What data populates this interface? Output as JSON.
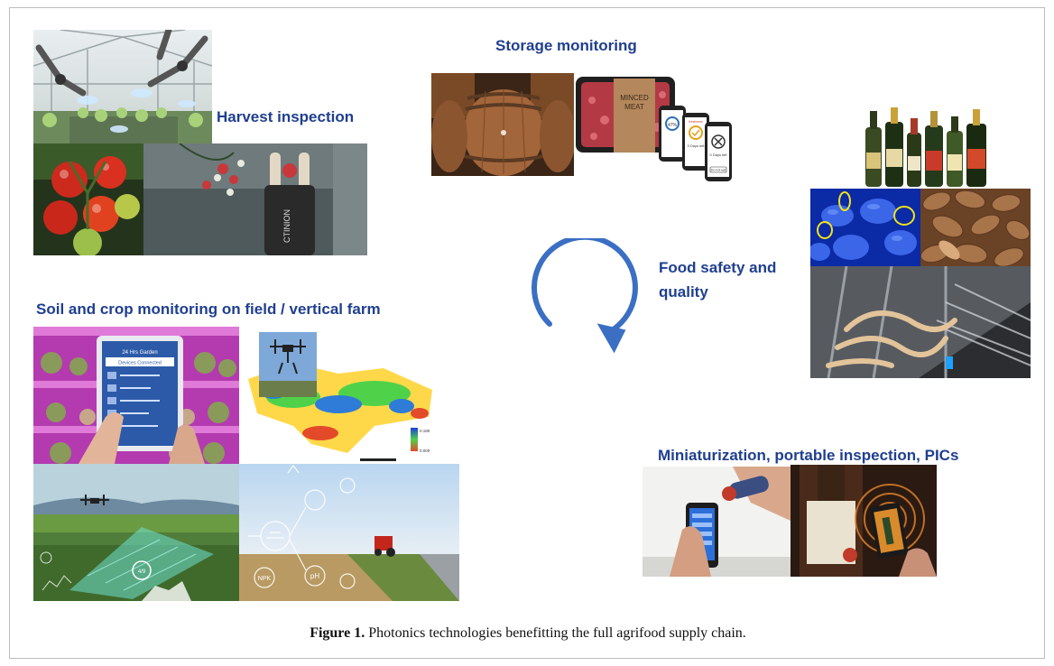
{
  "labels": {
    "harvest": "Harvest inspection",
    "storage": "Storage monitoring",
    "food_safety_line1": "Food safety and",
    "food_safety_line2": "quality",
    "soil": "Soil and crop monitoring on field / vertical farm",
    "mini": "Miniaturization, portable inspection, PICs"
  },
  "caption": {
    "label": "Figure 1.",
    "text": " Photonics technologies benefitting the full agrifood supply chain."
  },
  "embedded_text": {
    "meat_package": [
      "MINCED",
      "MEAT"
    ],
    "phone_app_brand": "freshness",
    "phone_days_1": "3 Days left",
    "phone_days_2": "0 Days left",
    "phone_percent": "47%",
    "phone_button": "Do not eat",
    "gripper_brand": "CTINION",
    "tablet_title": "24 Hrs Garden",
    "tablet_subtitle": "Devices Connected",
    "drone_metric": "4/9",
    "field_badges": [
      "pH",
      "NPK"
    ],
    "map_legend_top": "0.180",
    "map_legend_bottom": "0.000"
  },
  "colors": {
    "label_blue": "#1f3f8f",
    "arrow_blue": "#3a6fc4"
  }
}
